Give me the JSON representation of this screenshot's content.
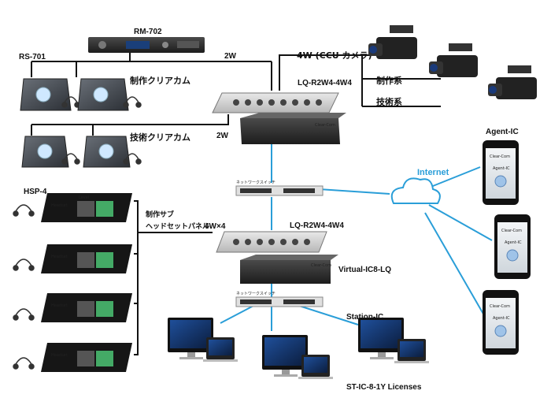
{
  "labels": {
    "rm702": "RM-702",
    "rs701": "RS-701",
    "seisaku_clearcom": "制作クリアカム",
    "gijutsu_clearcom": "技術クリアカム",
    "two_w_top": "2W",
    "two_w_mid": "2W",
    "four_w_ccu": "4W (CCU カメラ)",
    "lq_top": "LQ-R2W4-4W4",
    "seisakukei": "制作系",
    "gijutsukei": "技術系",
    "agent_ic": "Agent-IC",
    "internet": "Internet",
    "hsp4": "HSP-4",
    "seisaku_sub_1": "制作サブ",
    "seisaku_sub_2": "ヘッドセットパネル",
    "four_w_x4": "4W×4",
    "lq_mid": "LQ-R2W4-4W4",
    "virtual_ic": "Virtual-IC8-LQ",
    "station_ic": "Station-IC",
    "licenses": "ST-IC-8-1Y Licenses",
    "switch_1": "ネットワークスイッチ",
    "switch_2": "ネットワークスイッチ",
    "panel_headset": "Headset",
    "panel_level": "Level",
    "panel_model": "HSP-4",
    "phone_brand": "Clear-Com",
    "phone_app": "Agent-IC",
    "rack_brand": "Clear-Com"
  },
  "colors": {
    "line_black": "#111111",
    "line_network": "#2a9ed8",
    "device_dark": "#2b2b2b"
  }
}
